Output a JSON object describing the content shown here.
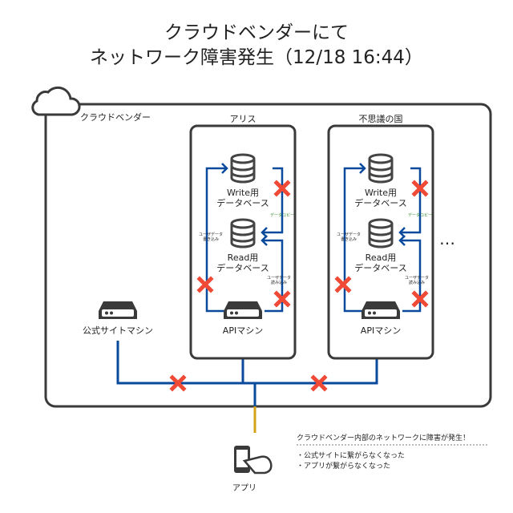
{
  "title": {
    "line1": "クラウドベンダーにて",
    "line2": "ネットワーク障害発生（12/18 16:44）"
  },
  "cloud": {
    "label": "クラウドベンダー"
  },
  "public_server": {
    "label": "公式サイトマシン"
  },
  "panels": [
    {
      "title": "アリス",
      "write_db": [
        "Write用",
        "データベース"
      ],
      "read_db": [
        "Read用",
        "データベース"
      ],
      "api": "APIマシン",
      "write_label": [
        "ユーザデータ",
        "書き込み"
      ],
      "copy_label": "データコピー",
      "read_label": [
        "ユーザデータ",
        "読み込み"
      ]
    },
    {
      "title": "不思議の国",
      "write_db": [
        "Write用",
        "データベース"
      ],
      "read_db": [
        "Read用",
        "データベース"
      ],
      "api": "APIマシン",
      "write_label": [
        "ユーザデータ",
        "書き込み"
      ],
      "copy_label": "データコピー",
      "read_label": [
        "ユーザデータ",
        "読み込み"
      ]
    }
  ],
  "more": "…",
  "app": {
    "label": "アプリ"
  },
  "note": {
    "heading": "クラウドベンダー内部のネットワークに障害が発生！",
    "items": [
      "・公式サイトに繋がらなくなった",
      "・アプリが繋がらなくなった"
    ]
  },
  "colors": {
    "network": "#0a4a9c",
    "failure": "#f04a36",
    "internet": "#d4a418",
    "copy": "#2e8b2e"
  }
}
